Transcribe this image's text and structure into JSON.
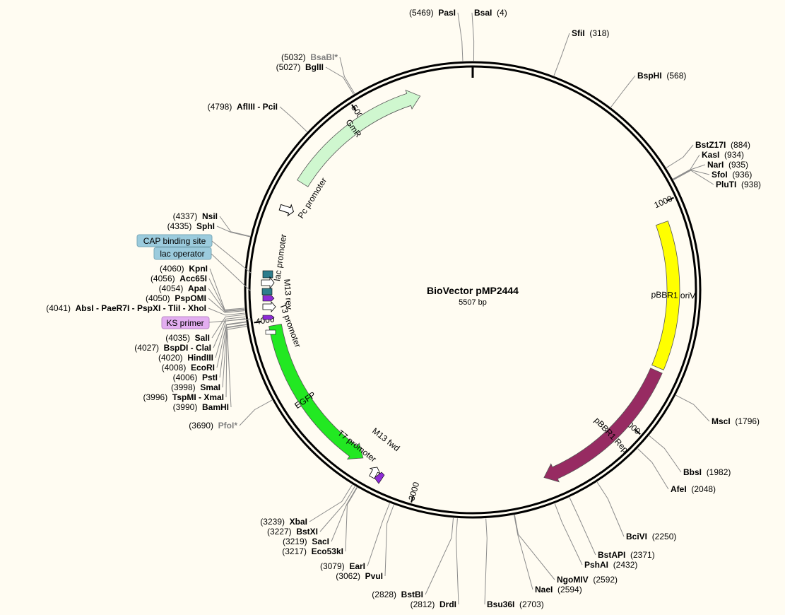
{
  "plasmid": {
    "name": "BioVector pMP2444",
    "length_text": "5507 bp",
    "length": 5507
  },
  "colors": {
    "background": "#fffcf2",
    "GmR": "#cff7cf",
    "pBBR1_oriV": "#ffff00",
    "pBBR1_Rep": "#972b62",
    "EGFP": "#22e822",
    "operator": "#2e7d8c",
    "primer": "#8e2cd6",
    "KS_primer_box": "#e3aef0",
    "CAP_box": "#9bcbdd"
  },
  "ticks": [
    {
      "pos": 1000,
      "label": "1000"
    },
    {
      "pos": 2000,
      "label": "2000"
    },
    {
      "pos": 3000,
      "label": "3000"
    },
    {
      "pos": 4000,
      "label": "4000"
    },
    {
      "pos": 5000,
      "label": "5000"
    }
  ],
  "features": [
    {
      "id": "gmr",
      "label": "GmR",
      "start": 4620,
      "end": 5275,
      "dir": 1,
      "color": "#cff7cf",
      "text_color": "#000000"
    },
    {
      "id": "pbbr1-oriv",
      "label": "pBBR1 oriV",
      "start": 1080,
      "end": 1725,
      "dir": 0,
      "color": "#ffff00",
      "text_color": "#000000"
    },
    {
      "id": "pbbr1-rep",
      "label": "pBBR1 Rep",
      "start": 1740,
      "end": 2435,
      "dir": 1,
      "color": "#972b62",
      "text_color": "#ffffff"
    },
    {
      "id": "egfp",
      "label": "EGFP",
      "start": 3260,
      "end": 3975,
      "dir": -1,
      "color": "#22e822",
      "text_color": "#000000"
    }
  ],
  "small_labels": [
    {
      "id": "pc-promoter",
      "label": "Pc promoter"
    },
    {
      "id": "lac-promoter",
      "label": "lac promoter"
    },
    {
      "id": "m13-rev",
      "label": "M13 rev"
    },
    {
      "id": "t3-promoter",
      "label": "T3 promoter"
    },
    {
      "id": "t7-promoter",
      "label": "T7 promoter"
    },
    {
      "id": "m13-fwd",
      "label": "M13 fwd"
    }
  ],
  "boxed_labels": [
    {
      "id": "cap-binding-site",
      "label": "CAP binding site",
      "color": "#9bcbdd"
    },
    {
      "id": "lac-operator",
      "label": "lac operator",
      "color": "#9bcbdd"
    },
    {
      "id": "ks-primer",
      "label": "KS primer",
      "color": "#e3aef0"
    }
  ],
  "sites": [
    {
      "name": "PasI",
      "pos": "5469",
      "ord": 5469
    },
    {
      "name": "BsaI",
      "pos": "4",
      "ord": 4
    },
    {
      "name": "SfiI",
      "pos": "318",
      "ord": 318
    },
    {
      "name": "BspHI",
      "pos": "568",
      "ord": 568
    },
    {
      "name": "BstZ17I",
      "pos": "884",
      "ord": 884
    },
    {
      "name": "KasI",
      "pos": "934",
      "ord": 934
    },
    {
      "name": "NarI",
      "pos": "935",
      "ord": 935
    },
    {
      "name": "SfoI",
      "pos": "936",
      "ord": 936
    },
    {
      "name": "PluTI",
      "pos": "938",
      "ord": 938
    },
    {
      "name": "MscI",
      "pos": "1796",
      "ord": 1796
    },
    {
      "name": "BbsI",
      "pos": "1982",
      "ord": 1982
    },
    {
      "name": "AfeI",
      "pos": "2048",
      "ord": 2048
    },
    {
      "name": "BciVI",
      "pos": "2250",
      "ord": 2250
    },
    {
      "name": "BstAPI",
      "pos": "2371",
      "ord": 2371
    },
    {
      "name": "PshAI",
      "pos": "2432",
      "ord": 2432
    },
    {
      "name": "NgoMIV",
      "pos": "2592",
      "ord": 2592
    },
    {
      "name": "NaeI",
      "pos": "2594",
      "ord": 2594
    },
    {
      "name": "Bsu36I",
      "pos": "2703",
      "ord": 2703
    },
    {
      "name": "DrdI",
      "pos": "2812",
      "ord": 2812
    },
    {
      "name": "BstBI",
      "pos": "2828",
      "ord": 2828
    },
    {
      "name": "PvuI",
      "pos": "3062",
      "ord": 3062
    },
    {
      "name": "EarI",
      "pos": "3079",
      "ord": 3079
    },
    {
      "name": "Eco53kI",
      "pos": "3217",
      "ord": 3217
    },
    {
      "name": "SacI",
      "pos": "3219",
      "ord": 3219
    },
    {
      "name": "BstXI",
      "pos": "3227",
      "ord": 3227
    },
    {
      "name": "XbaI",
      "pos": "3239",
      "ord": 3239
    },
    {
      "name": "PfoI*",
      "pos": "3690",
      "ord": 3690,
      "dim": true
    },
    {
      "name": "BamHI",
      "pos": "3990",
      "ord": 3990
    },
    {
      "name": "TspMI - XmaI",
      "pos": "3996",
      "ord": 3996
    },
    {
      "name": "SmaI",
      "pos": "3998",
      "ord": 3998
    },
    {
      "name": "PstI",
      "pos": "4006",
      "ord": 4006
    },
    {
      "name": "EcoRI",
      "pos": "4008",
      "ord": 4008
    },
    {
      "name": "HindIII",
      "pos": "4020",
      "ord": 4020
    },
    {
      "name": "BspDI - ClaI",
      "pos": "4027",
      "ord": 4027
    },
    {
      "name": "SalI",
      "pos": "4035",
      "ord": 4035
    },
    {
      "name": "AbsI - PaeR7I - PspXI - TliI - XhoI",
      "pos": "4041",
      "ord": 4041
    },
    {
      "name": "PspOMI",
      "pos": "4050",
      "ord": 4050
    },
    {
      "name": "ApaI",
      "pos": "4054",
      "ord": 4054
    },
    {
      "name": "Acc65I",
      "pos": "4056",
      "ord": 4056
    },
    {
      "name": "KpnI",
      "pos": "4060",
      "ord": 4060
    },
    {
      "name": "SphI",
      "pos": "4335",
      "ord": 4335
    },
    {
      "name": "NsiI",
      "pos": "4337",
      "ord": 4337
    },
    {
      "name": "AflIII - PciI",
      "pos": "4798",
      "ord": 4798
    },
    {
      "name": "BglII",
      "pos": "5027",
      "ord": 5027
    },
    {
      "name": "BsaBI*",
      "pos": "5032",
      "ord": 5032,
      "dim": true
    }
  ]
}
